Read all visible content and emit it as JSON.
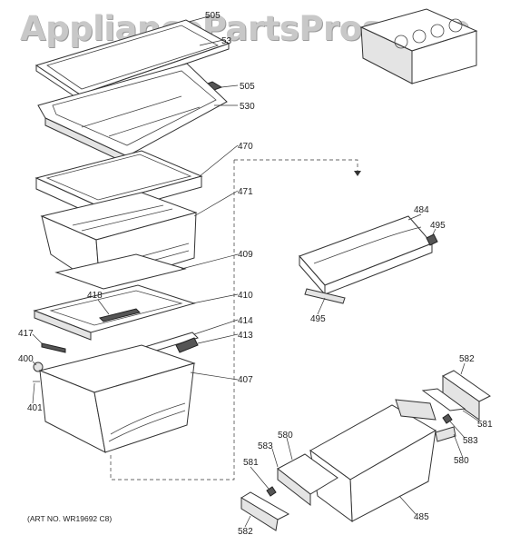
{
  "watermark": "AppliancePartsPros.com",
  "art_number": "(ART NO. WR19692 C8)",
  "part_labels": {
    "p505a": "505",
    "p53x": "53",
    "p505b": "505",
    "p530": "530",
    "p470": "470",
    "p471": "471",
    "p409": "409",
    "p418": "418",
    "p410": "410",
    "p414": "414",
    "p417": "417",
    "p413": "413",
    "p400": "400",
    "p401": "401",
    "p407": "407",
    "p484": "484",
    "p495a": "495",
    "p495b": "495",
    "p582a": "582",
    "p581a": "581",
    "p583a": "583",
    "p580a": "580",
    "p583b": "583",
    "p580b": "580",
    "p581b": "581",
    "p582b": "582",
    "p485": "485"
  }
}
